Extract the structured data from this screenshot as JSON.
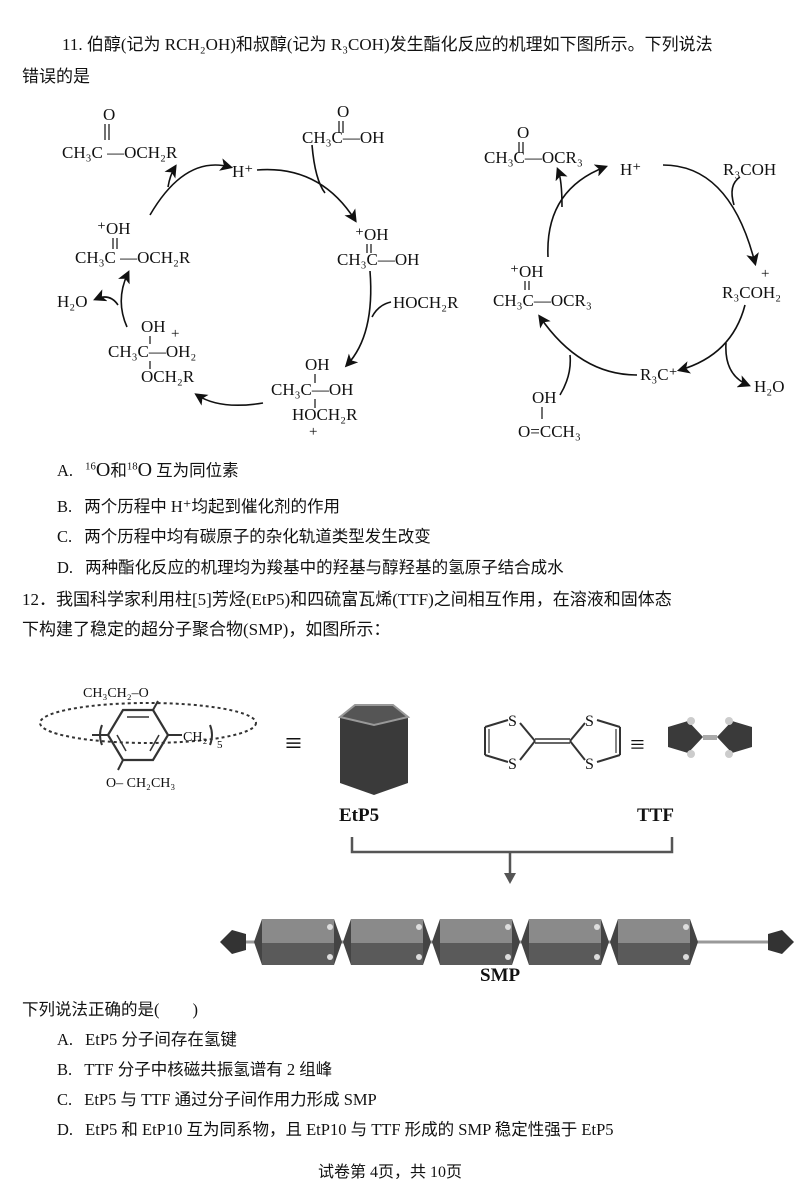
{
  "q11": {
    "stem_line1": "11. 伯醇(记为 RCH₂OH)和叔醇(记为 R₃COH)发生酯化反应的机理如下图所示。下列说法",
    "stem_line2": "错误的是",
    "diagram_left": {
      "ester": "CH₃C —OCH₂R",
      "ester_o": "O",
      "h_plus": "H⁺",
      "acid": "CH₃C—OH",
      "acid_o": "O",
      "protonated_acid_top": "⁺OH",
      "protonated_acid": "CH₃C—OH",
      "alcohol": "HOCH₂R",
      "tetra1_top": "OH",
      "tetra1_mid": "CH₃C—OH",
      "tetra1_bot": "HOCH₂R",
      "tetra1_plus": "+",
      "tetra2_top": "OH",
      "tetra2_mid": "CH₃C—OH₂",
      "tetra2_plus": "+",
      "tetra2_bot": "OCH₂R",
      "water": "H₂O",
      "protonated_ester_top": "⁺OH",
      "protonated_ester": "CH₃C —OCH₂R"
    },
    "diagram_right": {
      "ester": "CH₃C—OCR₃",
      "ester_o": "O",
      "h_plus": "H⁺",
      "alcohol": "R₃COH",
      "protonated_alcohol": "R₃COH₂",
      "protonated_alcohol_plus": "+",
      "water": "H₂O",
      "carbocation": "R₃C⁺",
      "acid_top": "OH",
      "acid_bot": "O=CCH₃",
      "protonated_ester_top": "⁺OH",
      "protonated_ester": "CH₃C—OCR₃"
    },
    "options": [
      {
        "letter": "A.",
        "text_pre": "",
        "iso1_mass": "16",
        "iso1": "O",
        "mid": "和",
        "iso2_mass": "18",
        "iso2": "O",
        "text_post": "互为同位素"
      },
      {
        "letter": "B.",
        "text": "两个历程中 H⁺均起到催化剂的作用"
      },
      {
        "letter": "C.",
        "text": "两个历程中均有碳原子的杂化轨道类型发生改变"
      },
      {
        "letter": "D.",
        "text": "两种酯化反应的机理均为羧基中的羟基与醇羟基的氢原子结合成水"
      }
    ]
  },
  "q12": {
    "stem_line1": "12．我国科学家利用柱[5]芳烃(EtP5)和四硫富瓦烯(TTF)之间相互作用，在溶液和固体态",
    "stem_line2": "下构建了稳定的超分子聚合物(SMP)，如图所示：",
    "figure": {
      "etp5_top_group": "CH₃CH₂–O",
      "etp5_side_group": "CH₂",
      "etp5_repeat": "5",
      "etp5_bottom_group": "O– CH₂CH₃",
      "equiv_symbol": "≡",
      "etp5_label": "EtP5",
      "ttf_atom": "S",
      "ttf_label": "TTF",
      "smp_label": "SMP",
      "smp_units": 5
    },
    "prompt": "下列说法正确的是(　　)",
    "options": [
      {
        "letter": "A.",
        "text": "EtP5 分子间存在氢键"
      },
      {
        "letter": "B.",
        "text": "TTF 分子中核磁共振氢谱有 2 组峰"
      },
      {
        "letter": "C.",
        "text": "EtP5 与 TTF 通过分子间作用力形成 SMP"
      },
      {
        "letter": "D.",
        "text": "EtP5 和 EtP10 互为同系物，且 EtP10 与 TTF 形成的 SMP 稳定性强于 EtP5"
      }
    ]
  },
  "footer": "试卷第 4页，共 10页"
}
